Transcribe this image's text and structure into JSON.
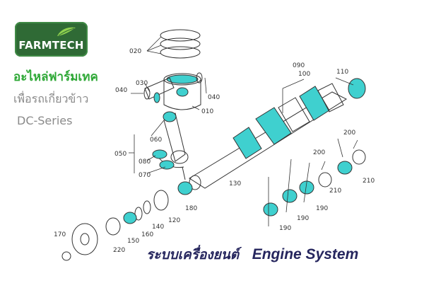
{
  "brand": {
    "logo_text": "FARMTECH",
    "tagline_th": "อะไหล่ฟาร์มเทค",
    "subtitle_th": "เพื่อรถเกี่ยวข้าว",
    "series": "DC-Series"
  },
  "footer": {
    "title_th": "ระบบเครื่องยนต์",
    "title_en": "Engine System"
  },
  "part_labels": {
    "p020": "020",
    "p030": "030",
    "p040a": "040",
    "p040b": "040",
    "p010": "010",
    "p060": "060",
    "p050": "050",
    "p080": "080",
    "p070": "070",
    "p090": "090",
    "p100": "100",
    "p110": "110",
    "p130": "130",
    "p120": "120",
    "p180": "180",
    "p140": "140",
    "p160": "160",
    "p150": "150",
    "p170": "170",
    "p220": "220",
    "p190a": "190",
    "p190b": "190",
    "p190c": "190",
    "p200a": "200",
    "p200b": "200",
    "p210a": "210",
    "p210b": "210"
  },
  "colors": {
    "highlight": "#3fd0cf",
    "logo_bg": "#2f6a35",
    "tagline_green": "#2ea836",
    "footer_navy": "#26265e",
    "line": "#333333"
  }
}
